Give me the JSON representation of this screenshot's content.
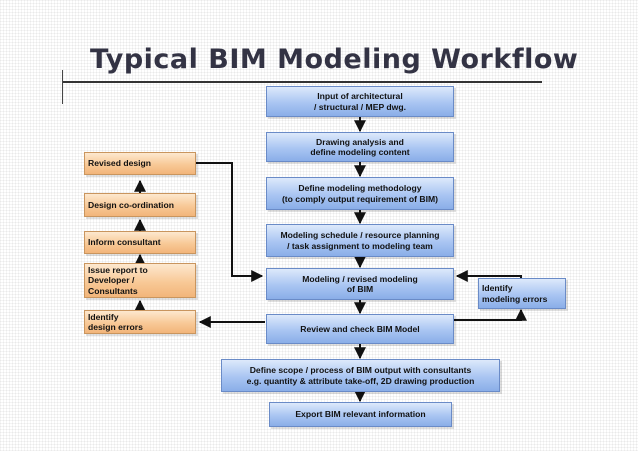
{
  "title": "Typical BIM Modeling Workflow",
  "main_steps": [
    "Input of architectural\n/ structural / MEP dwg.",
    "Drawing analysis and\ndefine modeling content",
    "Define modeling methodology\n(to comply output requirement of BIM)",
    "Modeling schedule / resource planning\n/ task assignment to modeling team",
    "Modeling / revised modeling\nof BIM",
    "Review and check BIM Model",
    "Define scope / process of BIM output with consultants\ne.g. quantity & attribute take-off, 2D drawing production",
    "Export BIM relevant information"
  ],
  "side_steps": [
    "Revised design",
    "Design co-ordination",
    "Inform consultant",
    "Issue report to\nDeveloper /\nConsultants",
    "Identify\ndesign errors"
  ],
  "right_step": "Identify\nmodeling errors",
  "colors": {
    "main_fill": "#a9c5f2",
    "side_fill": "#f8c997",
    "arrow": "#111111"
  }
}
